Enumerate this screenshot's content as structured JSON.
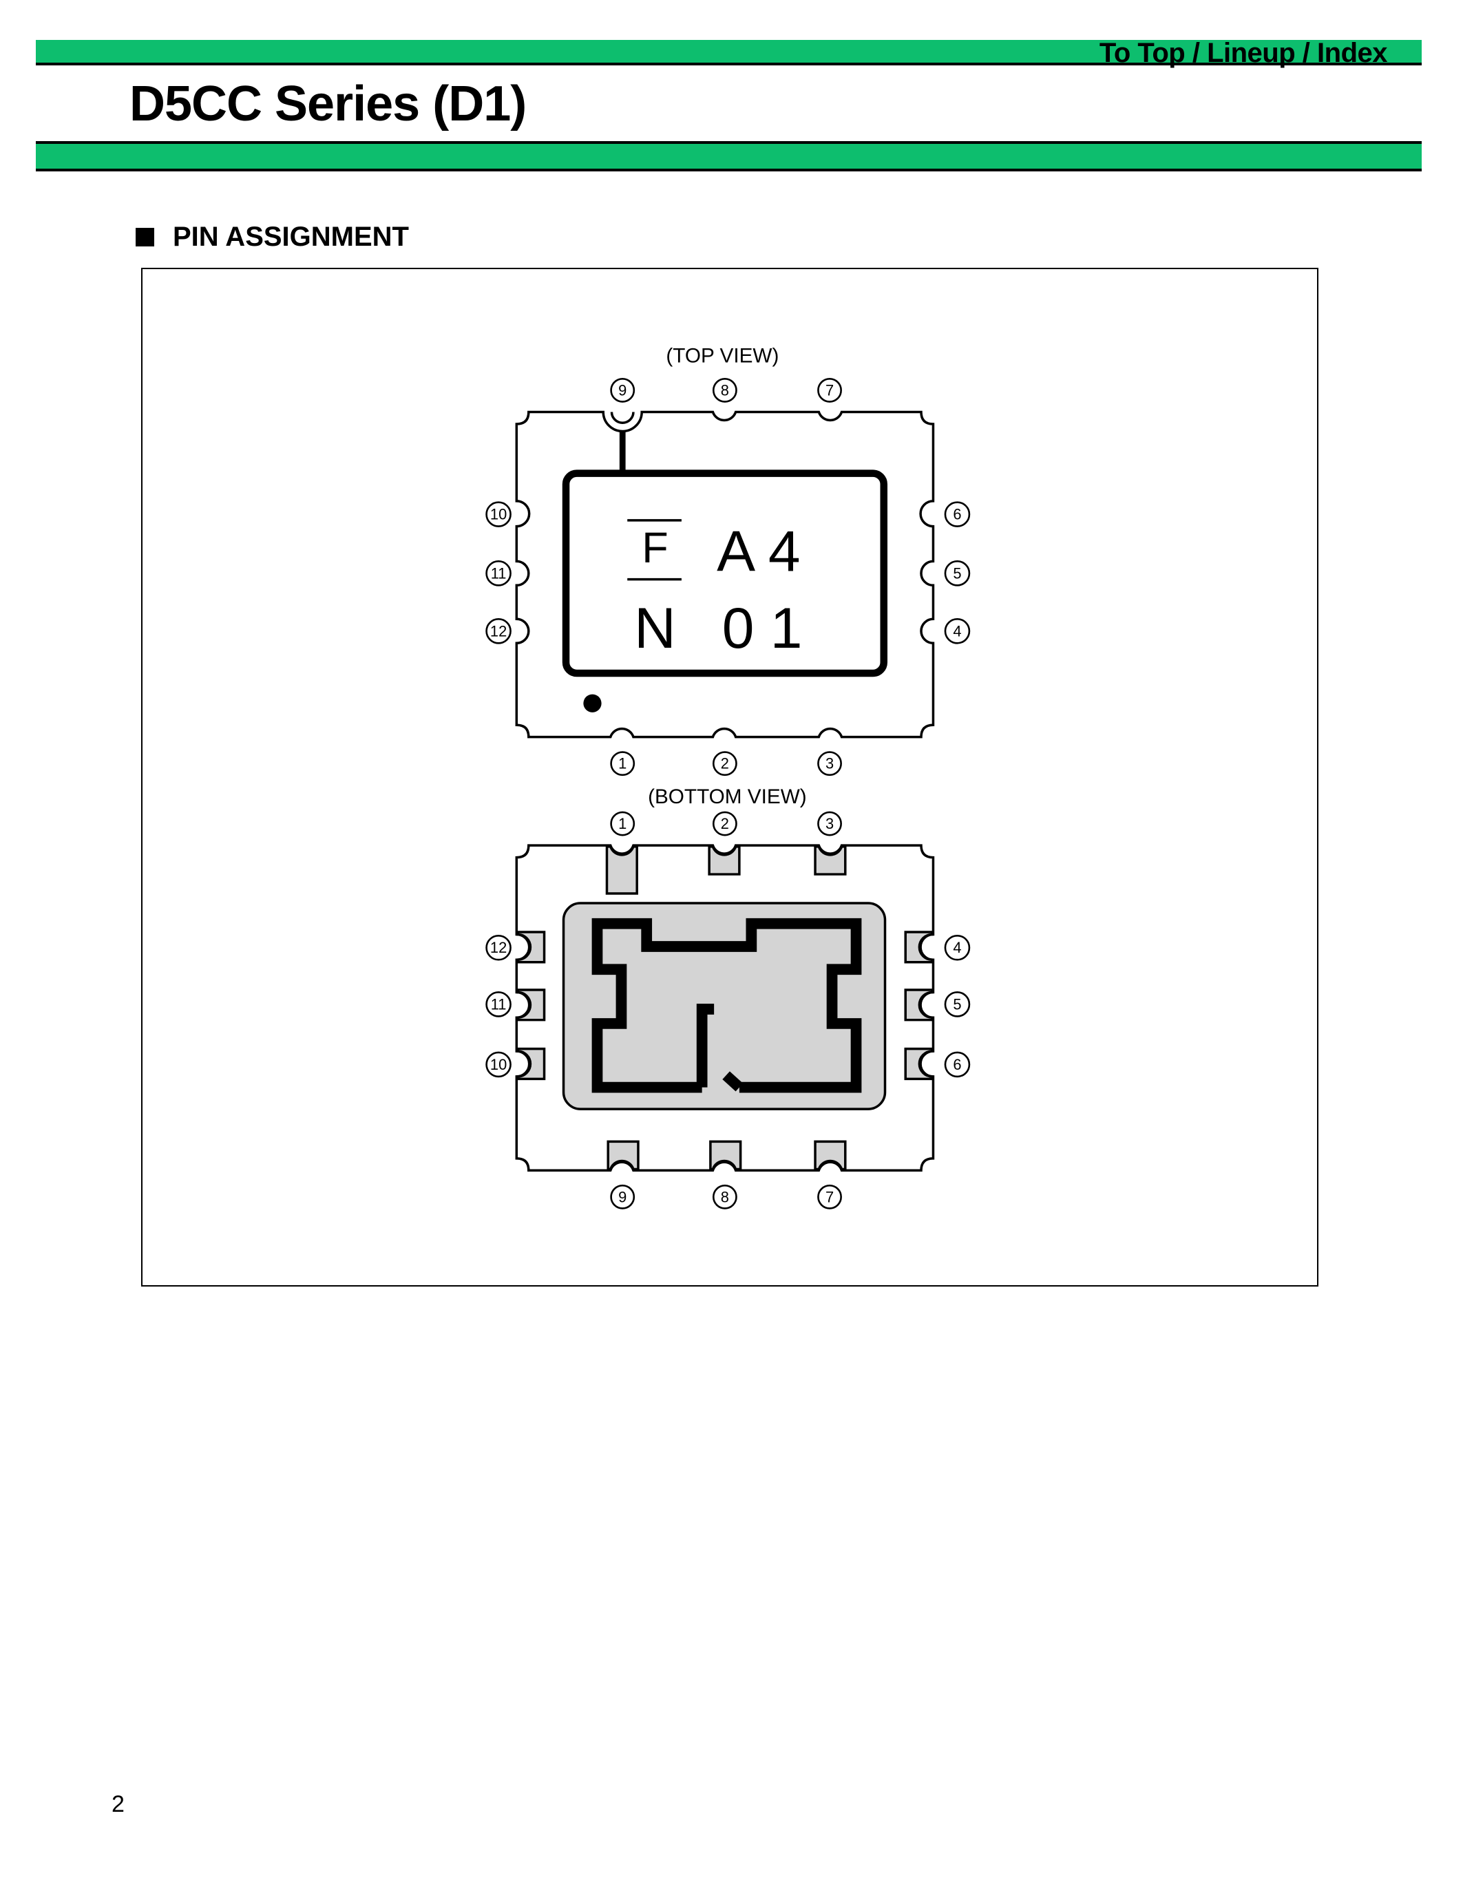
{
  "header": {
    "nav_links": [
      "To Top",
      "Lineup",
      "Index"
    ],
    "nav_separator": " / ",
    "title": "D5CC Series (D1)",
    "band_color": "#0dbe6e"
  },
  "section": {
    "bullet_icon": "black-square-icon",
    "heading": "PIN ASSIGNMENT"
  },
  "figure": {
    "top_view": {
      "label": "(TOP VIEW)",
      "pins_top": [
        "9",
        "8",
        "7"
      ],
      "pins_left": [
        "10",
        "11",
        "12"
      ],
      "pins_right": [
        "6",
        "5",
        "4"
      ],
      "pins_bottom": [
        "1",
        "2",
        "3"
      ],
      "marking": {
        "line1_left": "F",
        "line1_right": "A 4",
        "line2_left": "N",
        "line2_right": "0 1"
      },
      "index_mark": "pin-1-dot"
    },
    "bottom_view": {
      "label": "(BOTTOM VIEW)",
      "pins_top": [
        "1",
        "2",
        "3"
      ],
      "pins_left": [
        "12",
        "11",
        "10"
      ],
      "pins_right": [
        "4",
        "5",
        "6"
      ],
      "pins_bottom": [
        "9",
        "8",
        "7"
      ],
      "pad_fill_color": "#d4d4d4"
    }
  },
  "footer": {
    "page_number": "2"
  }
}
